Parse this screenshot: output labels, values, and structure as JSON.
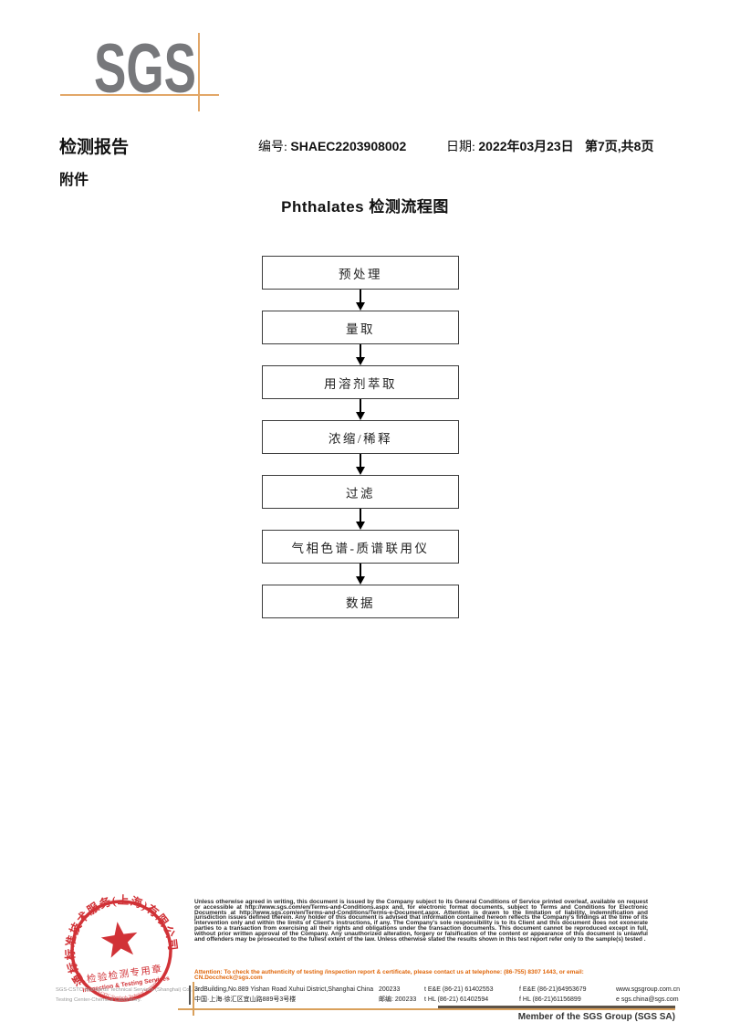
{
  "logo": {
    "text": "SGS"
  },
  "header": {
    "report_title": "检测报告",
    "report_no_label": "编号:",
    "report_no": "SHAEC2203908002",
    "date_label": "日期:",
    "date": "2022年03月23日",
    "page_info": "第7页,共8页",
    "attachment_label": "附件"
  },
  "flowchart": {
    "title": "Phthalates 检测流程图",
    "steps": [
      "预处理",
      "量取",
      "用溶剂萃取",
      "浓缩/稀释",
      "过滤",
      "气相色谱-质谱联用仪",
      "数据"
    ]
  },
  "stamp": {
    "ring_text": "通标标准技术服务(上海)有限公司",
    "ring_text_bottom": "SGS-CSTC Standards Technical Services(Shanghai)Co.,Ltd.",
    "inner_line1": "检验检测专用章",
    "inner_line2": "Inspection & Testing Services",
    "company_en_line1": "SGS-CSTC Standards Technical Services (Shanghai) Co.,Ltd.",
    "company_en_line2": "Testing Center-Chemical Laboratory."
  },
  "footer": {
    "disclaimer": "Unless otherwise agreed in writing, this document is issued by the Company subject to its General Conditions of Service printed overleaf, available on request or accessible at http://www.sgs.com/en/Terms-and-Conditions.aspx and, for electronic format documents, subject to Terms and Conditions for Electronic Documents at http://www.sgs.com/en/Terms-and-Conditions/Terms-e-Document.aspx. Attention is drawn to the limitation of liability, indemnification and jurisdiction issues defined therein. Any holder of this document is advised that information contained hereon reflects the Company's findings at the time of its intervention only and within the limits of Client's instructions, if any. The Company's sole responsibility is to its Client and this document does not exonerate parties to a transaction from exercising all their rights and obligations under the transaction documents. This document cannot be reproduced except in full, without prior written approval of the Company. Any unauthorized alteration, forgery or falsification of the content or appearance of this document is unlawful and offenders may be prosecuted to the fullest extent of the law. Unless otherwise stated the results shown in this test report refer only to the sample(s) tested .",
    "attention": "Attention: To check the authenticity of testing /inspection report & certificate, please contact us at telephone: (86-755) 8307 1443, or email: CN.Doccheck@sgs.com",
    "address_en": "3rdBuilding,No.889 Yishan Road Xuhui District,Shanghai China",
    "postcode_en": "200233",
    "tel_en": "t E&E (86-21) 61402553",
    "fax_en": "f E&E (86-21)64953679",
    "website": "www.sgsgroup.com.cn",
    "address_cn": "中国·上海·徐汇区宜山路889号3号楼",
    "postcode_cn": "邮编: 200233",
    "tel_cn": "t HL (86-21) 61402594",
    "fax_cn": "f HL (86-21)61156899",
    "email": "e  sgs.china@sgs.com",
    "member": "Member of the SGS Group (SGS SA)"
  },
  "colors": {
    "logo_gray": "#77787b",
    "accent_orange": "#e2a768",
    "stamp_red": "#ce2328",
    "attention_orange": "#e0670b",
    "text_black": "#111111"
  }
}
